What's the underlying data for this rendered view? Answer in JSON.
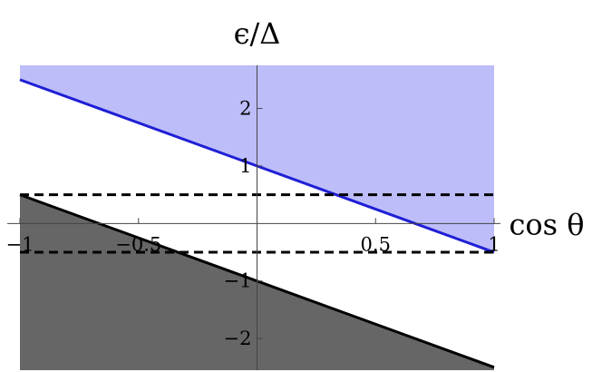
{
  "chart_data": {
    "type": "line",
    "title": "",
    "xlabel": "cos θ",
    "ylabel": "ϵ/Δ",
    "xlim": [
      -1,
      1
    ],
    "ylim": [
      -2.55,
      2.75
    ],
    "x_ticks": [
      -1,
      -0.5,
      0.5,
      1
    ],
    "x_tick_labels": [
      "−1",
      "−0.5",
      "0.5",
      "1"
    ],
    "y_ticks": [
      -2,
      -1,
      1,
      2
    ],
    "y_tick_labels": [
      "−2",
      "−1",
      "1",
      "2"
    ],
    "grid": false,
    "colors": {
      "upper_band": "#bdbdfa",
      "lower_band": "#666666",
      "blue_line": "#1f1fd6",
      "black_line": "#000000",
      "dashed": "#000000"
    },
    "series": [
      {
        "x": [
          -1,
          1
        ],
        "y": [
          2.5,
          -0.5
        ],
        "color": "#1f1fd6",
        "style": "solid"
      },
      {
        "x": [
          -1,
          1
        ],
        "y": [
          0.5,
          -2.5
        ],
        "color": "#000000",
        "style": "solid"
      },
      {
        "x": [
          -1,
          1
        ],
        "y": [
          0.5,
          0.5
        ],
        "color": "#000000",
        "style": "dashed"
      },
      {
        "x": [
          -1,
          1
        ],
        "y": [
          -0.5,
          -0.5
        ],
        "color": "#000000",
        "style": "dashed"
      }
    ],
    "shaded_regions": [
      {
        "description": "region above blue line",
        "color": "#bdbdfa"
      },
      {
        "description": "region below black line",
        "color": "#666666"
      }
    ]
  }
}
